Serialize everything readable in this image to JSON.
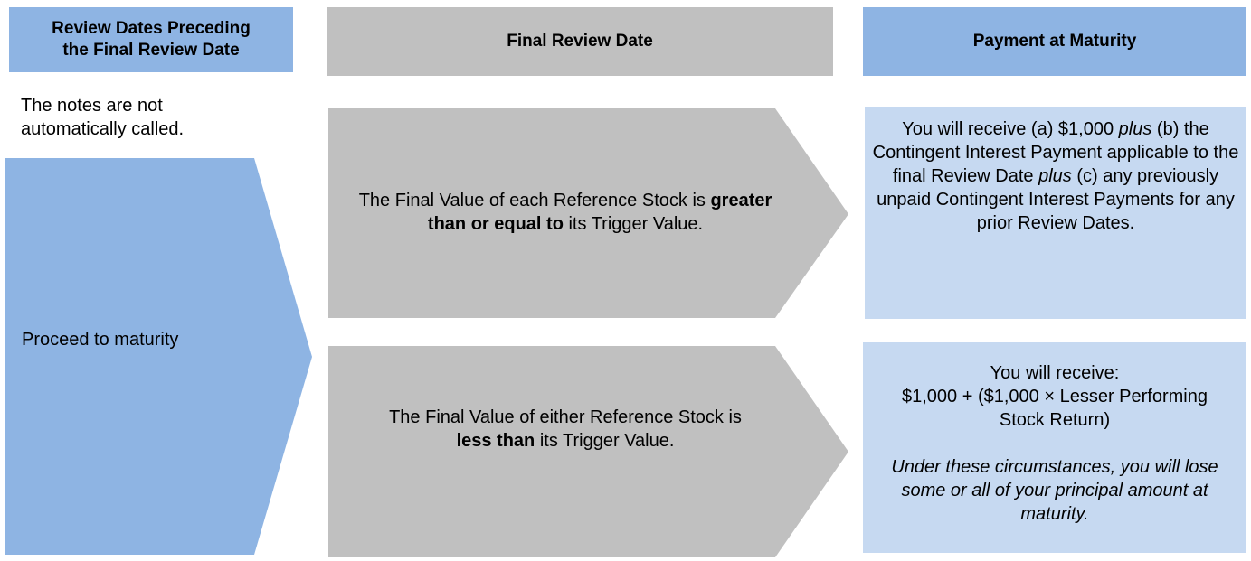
{
  "headers": {
    "col1": "Review Dates Preceding the Final Review Date",
    "col2": "Final Review Date",
    "col3": "Payment at Maturity"
  },
  "left": {
    "not_called": "The notes are not automatically called.",
    "proceed": "Proceed to maturity"
  },
  "condition_upper": {
    "pre": "The Final Value of each Reference Stock is",
    "emph": "greater than or equal to",
    "post": "its Trigger Value."
  },
  "condition_lower": {
    "pre": "The Final Value of either Reference Stock is",
    "emph": "less than",
    "post": "its Trigger Value."
  },
  "payment_upper": {
    "p1": "You will receive (a) $1,000",
    "p1_em": "plus",
    "p2": "(b) the Contingent Interest Payment applicable to the final Review Date",
    "p2_em": "plus",
    "p3": "(c) any previously unpaid Contingent Interest Payments for any prior Review Dates."
  },
  "payment_lower": {
    "line1": "You will receive:",
    "line2": "$1,000 + ($1,000 × Lesser Performing Stock Return)",
    "italic": "Under these circumstances, you will lose some or all of your principal amount at maturity."
  },
  "colors": {
    "blue": "#8eb4e3",
    "grey": "#c0c0c0",
    "light_blue": "#c6d9f1"
  }
}
